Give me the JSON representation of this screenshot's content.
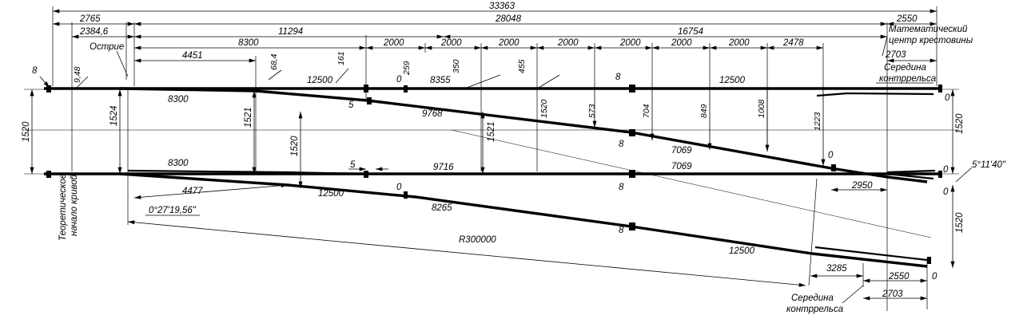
{
  "top_dims": {
    "d33363": "33363",
    "d2765": "2765",
    "d28048": "28048",
    "d2550": "2550",
    "d2384": "2384,6",
    "d11294": "11294",
    "d16754": "16754",
    "d8300": "8300",
    "d2000": "2000",
    "d2478": "2478",
    "d4451": "4451",
    "d2703": "2703"
  },
  "labels": {
    "ostrie": "Острие",
    "math_center_1": "Математический",
    "math_center_2": "центр крестовины",
    "seredina_1": "Середина",
    "seredina_2": "контррельса",
    "theor_start_1": "Теоретическое",
    "theor_start_2": "начало кривой",
    "angle_small": "0°27'19,56\"",
    "angle_frog": "5°11'40\"",
    "radius": "R300000"
  },
  "dims": {
    "d8": "8",
    "d9_48": "9,48",
    "d68_4": "68,4",
    "d161": "161",
    "d259": "259",
    "d350": "350",
    "d455": "455",
    "d12500": "12500",
    "d0": "0",
    "d8355": "8355",
    "d8300": "8300",
    "d5": "5",
    "d9768": "9768",
    "d1520": "1520",
    "d573": "573",
    "d704": "704",
    "d849": "849",
    "d1008": "1008",
    "d1223": "1223",
    "d1524": "1524",
    "d1521": "1521",
    "d7069": "7069",
    "d9716": "9716",
    "d4477": "4477",
    "d8265": "8265",
    "d2950": "2950",
    "d3285": "3285",
    "d2550": "2550",
    "d2703": "2703"
  }
}
